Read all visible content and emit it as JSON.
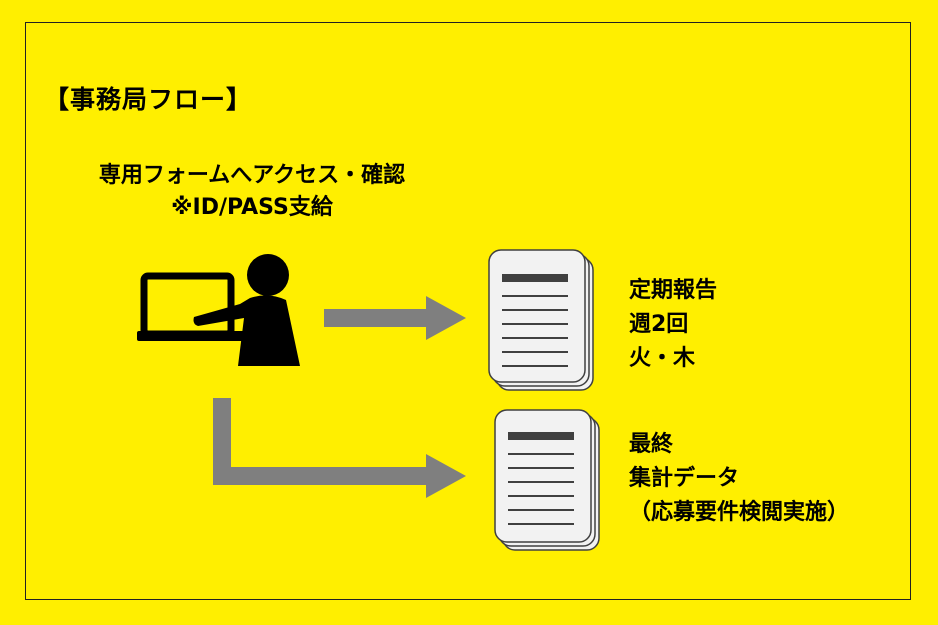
{
  "title": "【事務局フロー】",
  "access": {
    "line1": "専用フォームへアクセス・確認",
    "line2": "※ID/PASS支給"
  },
  "outputs": [
    {
      "lines": [
        "定期報告",
        "週2回",
        "火・木"
      ]
    },
    {
      "lines": [
        "最終",
        "集計データ",
        "（応募要件検閲実施）"
      ]
    }
  ],
  "colors": {
    "background": "#FFEF00",
    "arrow": "#7F7F7F",
    "icon": "#000000",
    "document_fill": "#F2F2F2",
    "document_line": "#404040"
  }
}
